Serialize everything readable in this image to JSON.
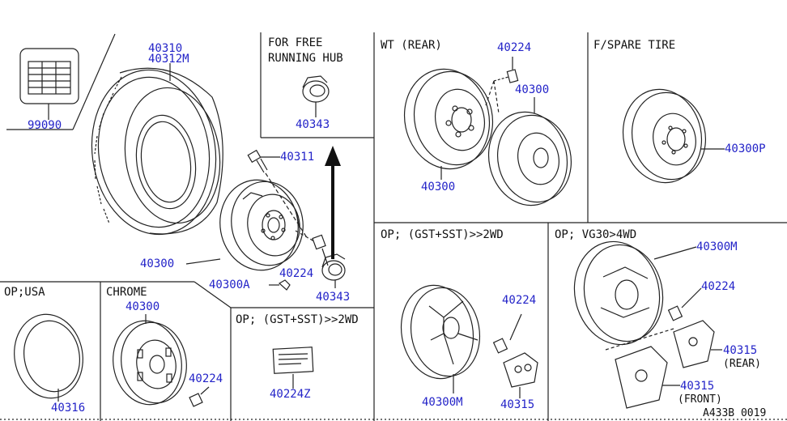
{
  "sections": {
    "free_running_hub": {
      "line1": "FOR FREE",
      "line2": "RUNNING HUB"
    },
    "wt_rear": "WT (REAR)",
    "spare_tire": "F/SPARE TIRE",
    "op_2wd_right": "OP; (GST+SST)>>2WD",
    "op_vg30_4wd": "OP; VG30>4WD",
    "op_usa": "OP;USA",
    "chrome": "CHROME",
    "op_2wd_bottom": "OP; (GST+SST)>>2WD"
  },
  "parts": {
    "tire_a": "40310",
    "tire_b": "40312M",
    "table_ref": "99090",
    "hub_cap_free": "40343",
    "bolt": "40311",
    "wheel_main": "40300",
    "nut": "40224",
    "wheel_a": "40300A",
    "hub_cap": "40343",
    "rear_nut": "40224",
    "rear_wheel_outer": "40300",
    "rear_wheel_inner": "40300",
    "spare": "40300P",
    "alloy_nut": "40224",
    "alloy_wheel": "40300M",
    "alloy_cap": "40315",
    "vg_wheel": "40300M",
    "vg_nut": "40224",
    "vg_cap_rear": "40315",
    "vg_rear_note": "(REAR)",
    "vg_cap_front": "40315",
    "vg_front_note": "(FRONT)",
    "usa_trim": "40316",
    "chrome_wheel": "40300",
    "chrome_nut": "40224",
    "label": "40224Z"
  },
  "footer": {
    "code": "A433B 0019"
  },
  "colors": {
    "line": "#222222",
    "part_number": "#2323c8"
  }
}
